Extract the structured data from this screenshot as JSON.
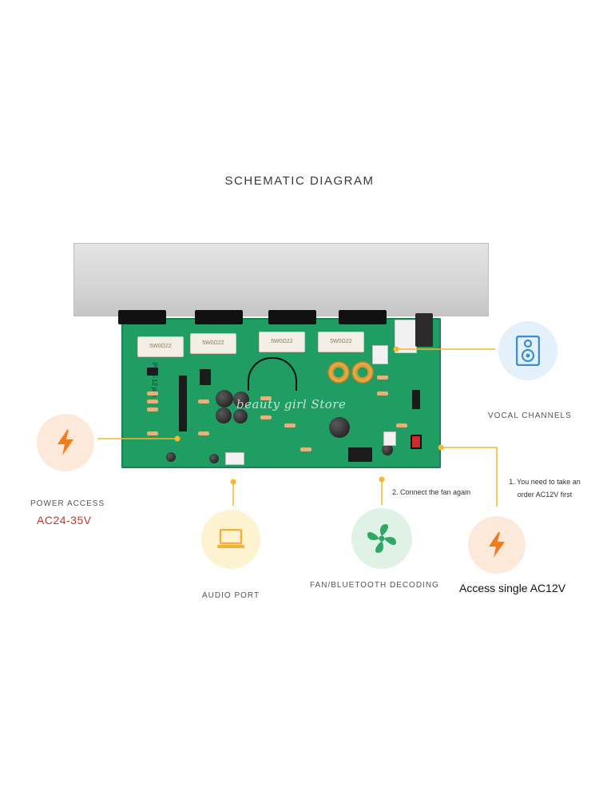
{
  "title": "SCHEMATIC DIAGRAM",
  "board": {
    "resistor_labels": [
      "5W0Ω22",
      "5W0Ω22",
      "5W0Ω22",
      "5W0Ω22"
    ],
    "model_label": "PMX-12 pro",
    "watermark": "beauty girl Store"
  },
  "callouts": {
    "power_access": {
      "label": "POWER ACCESS",
      "value": "AC24-35V",
      "icon": "lightning-icon"
    },
    "audio_port": {
      "label": "AUDIO PORT",
      "icon": "laptop-icon"
    },
    "fan": {
      "label": "FAN/BLUETOOTH DECODING",
      "note": "2. Connect the fan again",
      "icon": "fan-icon"
    },
    "vocal": {
      "label": "VOCAL CHANNELS",
      "icon": "speaker-icon"
    },
    "ac12v": {
      "label": "Access single AC12V",
      "note_line1": "1. You need to take an",
      "note_line2": "order AC12V first",
      "icon": "lightning-icon"
    }
  },
  "colors": {
    "accent_line": "#f5b82e",
    "lightning": "#f07c1e",
    "pcb_green": "#1f9d62",
    "fan_green": "#2fa867",
    "speaker_blue": "#3a8fd0",
    "value_red": "#c0392b"
  }
}
